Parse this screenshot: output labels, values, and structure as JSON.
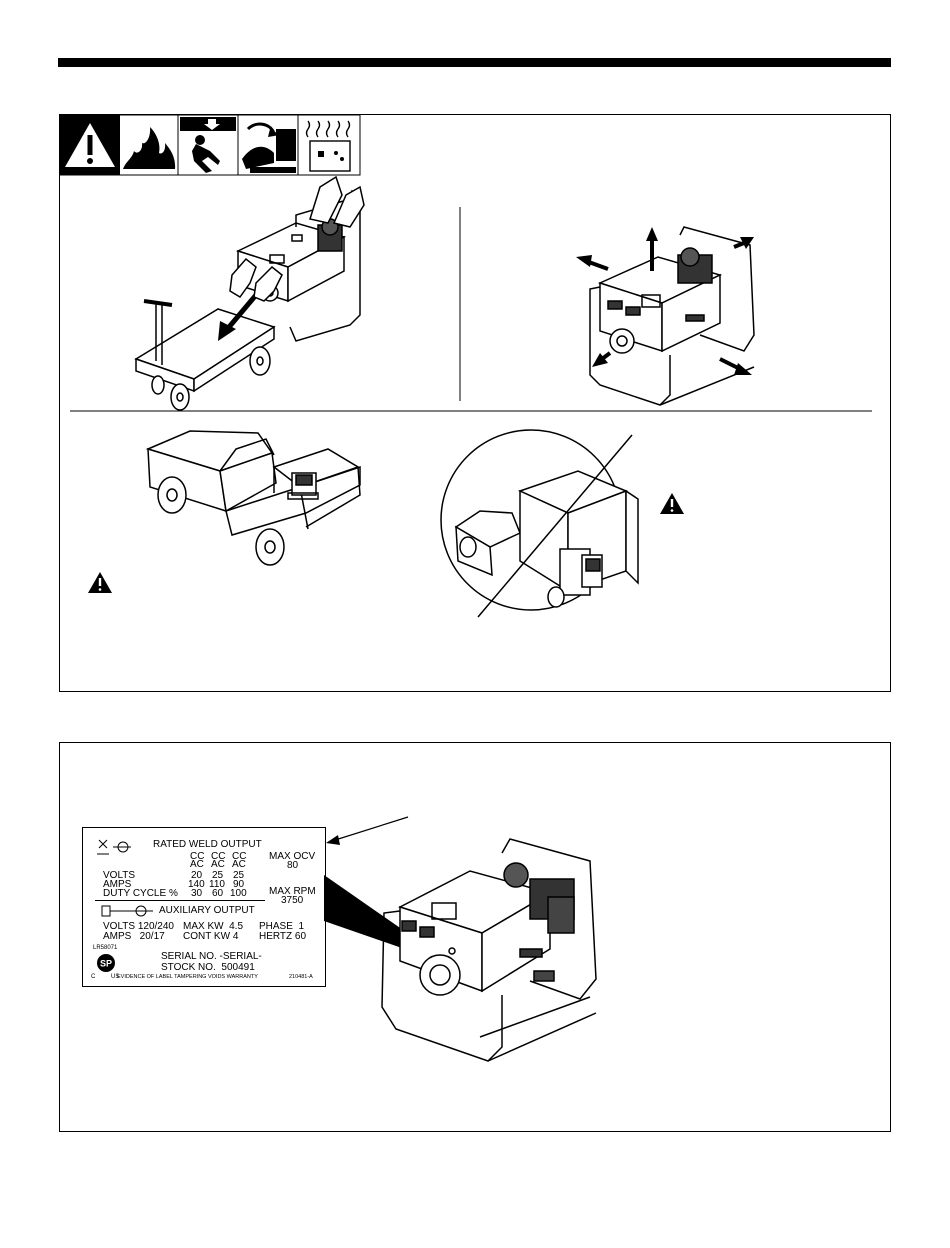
{
  "rating_label": {
    "title": "RATED WELD OUTPUT",
    "col_headers": [
      [
        "CC",
        "AC"
      ],
      [
        "CC",
        "AC"
      ],
      [
        "CC",
        "AC"
      ]
    ],
    "rows": [
      {
        "label": "VOLTS",
        "values": [
          "20",
          "25",
          "25"
        ]
      },
      {
        "label": "AMPS",
        "values": [
          "140",
          "110",
          "90"
        ]
      },
      {
        "label": "DUTY CYCLE %",
        "values": [
          "30",
          "60",
          "100"
        ]
      }
    ],
    "max_ocv_label": "MAX OCV",
    "max_ocv_value": "80",
    "max_rpm_label": "MAX RPM",
    "max_rpm_value": "3750",
    "aux_title": "AUXILIARY OUTPUT",
    "aux_volts": "VOLTS 120/240",
    "aux_amps": "AMPS   20/17",
    "aux_max_kw": "MAX KW  4.5",
    "aux_cont_kw": "CONT KW 4",
    "aux_phase": "PHASE  1",
    "aux_hertz": "HERTZ 60",
    "lr_number": "LR58071",
    "serial": "SERIAL NO. -SERIAL-",
    "stock": "STOCK NO.  500491",
    "warranty": "EVIDENCE OF LABEL TAMPERING VOIDS WARRANTY",
    "part_no": "210481-A",
    "csa_c": "C",
    "csa_us": "US",
    "csa_mark": "SP"
  }
}
